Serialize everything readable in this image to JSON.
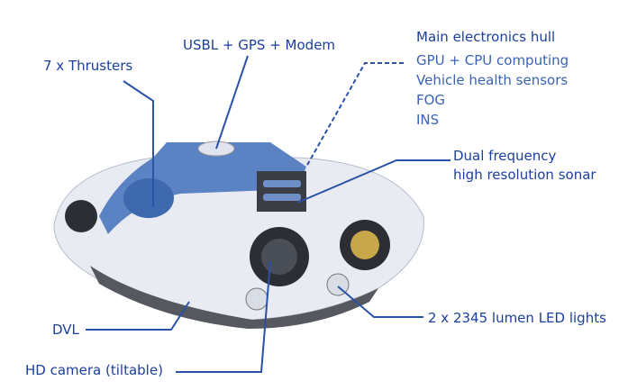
{
  "labels": {
    "thrusters": "7 x Thrusters",
    "usbl": "USBL + GPS + Modem",
    "hull_title": "Main electronics hull",
    "hull_items": [
      "GPU + CPU computing",
      "Vehicle health sensors",
      "FOG",
      "INS"
    ],
    "sonar_line1": "Dual frequency",
    "sonar_line2": "high resolution sonar",
    "led": "2 x 2345 lumen LED lights",
    "dvl": "DVL",
    "camera": "HD camera (tiltable)"
  },
  "colors": {
    "label": "#1b3f9c",
    "leader": "#2a52a8",
    "hull_top": "#5b83c4",
    "body": "#e8ebf2"
  }
}
